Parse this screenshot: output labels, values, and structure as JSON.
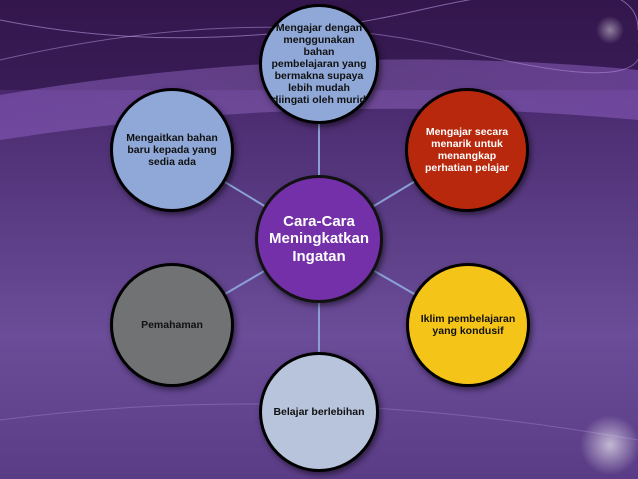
{
  "colors": {
    "center": "#7430a8",
    "blue": "#8fa8d8",
    "red": "#b8280c",
    "yellow": "#f4c418",
    "light_blue": "#b8c4dc",
    "gray": "#707274",
    "connector": "#8aa0d4",
    "white_text": "#ffffff",
    "dark_text": "#111111"
  },
  "diagram": {
    "center": {
      "label": "Cara-Cara Meningkatkan Ingatan"
    },
    "nodes": [
      {
        "label": "Mengajar dengan menggunakan bahan pembelajaran yang bermakna supaya lebih mudah diingati oleh murid"
      },
      {
        "label": "Mengajar secara menarik untuk menangkap perhatian pelajar"
      },
      {
        "label": "Iklim pembelajaran yang kondusif"
      },
      {
        "label": "Belajar berlebihan"
      },
      {
        "label": "Pemahaman"
      },
      {
        "label": "Mengaitkan bahan baru kepada yang sedia ada"
      }
    ]
  }
}
